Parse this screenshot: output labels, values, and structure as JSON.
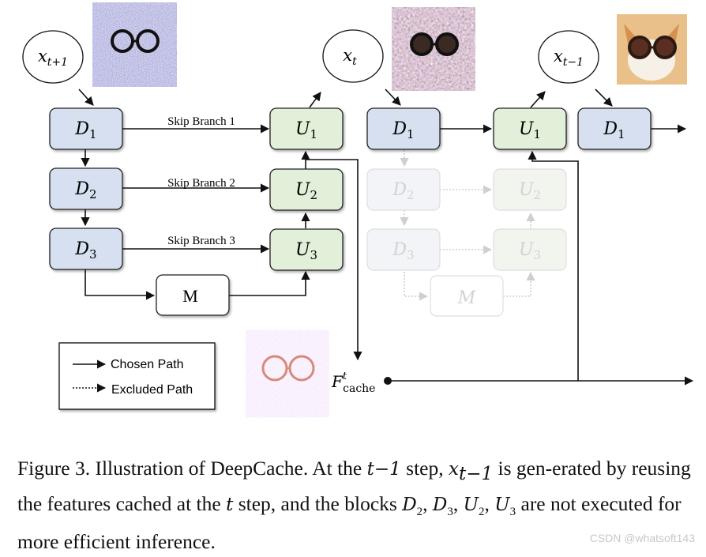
{
  "steps": {
    "prev": {
      "label": "x",
      "sub": "t+1"
    },
    "cur": {
      "label": "x",
      "sub": "t"
    },
    "next": {
      "label": "x",
      "sub": "t−1"
    }
  },
  "blocks": {
    "d1": {
      "letter": "D",
      "sub": "1"
    },
    "d2": {
      "letter": "D",
      "sub": "2"
    },
    "d3": {
      "letter": "D",
      "sub": "3"
    },
    "u1": {
      "letter": "U",
      "sub": "1"
    },
    "u2": {
      "letter": "U",
      "sub": "2"
    },
    "u3": {
      "letter": "U",
      "sub": "3"
    },
    "m": "M"
  },
  "skip_branches": [
    "Skip Branch 1",
    "Skip Branch 2",
    "Skip Branch 3"
  ],
  "cache": {
    "label": "F",
    "sup": "t",
    "sub": "cache"
  },
  "legend": {
    "chosen": "Chosen Path",
    "excluded": "Excluded Path"
  },
  "caption": {
    "p1": "Figure 3. Illustration of DeepCache. At the ",
    "m1": "t−1",
    "p2": " step, ",
    "m2": "x",
    "m2sub": "t−1",
    "p3": " is gen-erated by reusing the features cached at the ",
    "m3": "t",
    "p4": " step, and the blocks ",
    "m4": "D",
    "m4sub": "2",
    "m5": "D",
    "m5sub": "3",
    "m6": "U",
    "m6sub": "2",
    "m7": "U",
    "m7sub": "3",
    "p5": " are not executed for more efficient inference."
  },
  "watermark": "CSDN @whatsoft143",
  "colors": {
    "down_block": "#d6e0f0",
    "up_block": "#e2efd9",
    "block_stroke": "#222222",
    "faded_stroke": "#d9d9d9",
    "faded_text": "#d0d0d0"
  }
}
